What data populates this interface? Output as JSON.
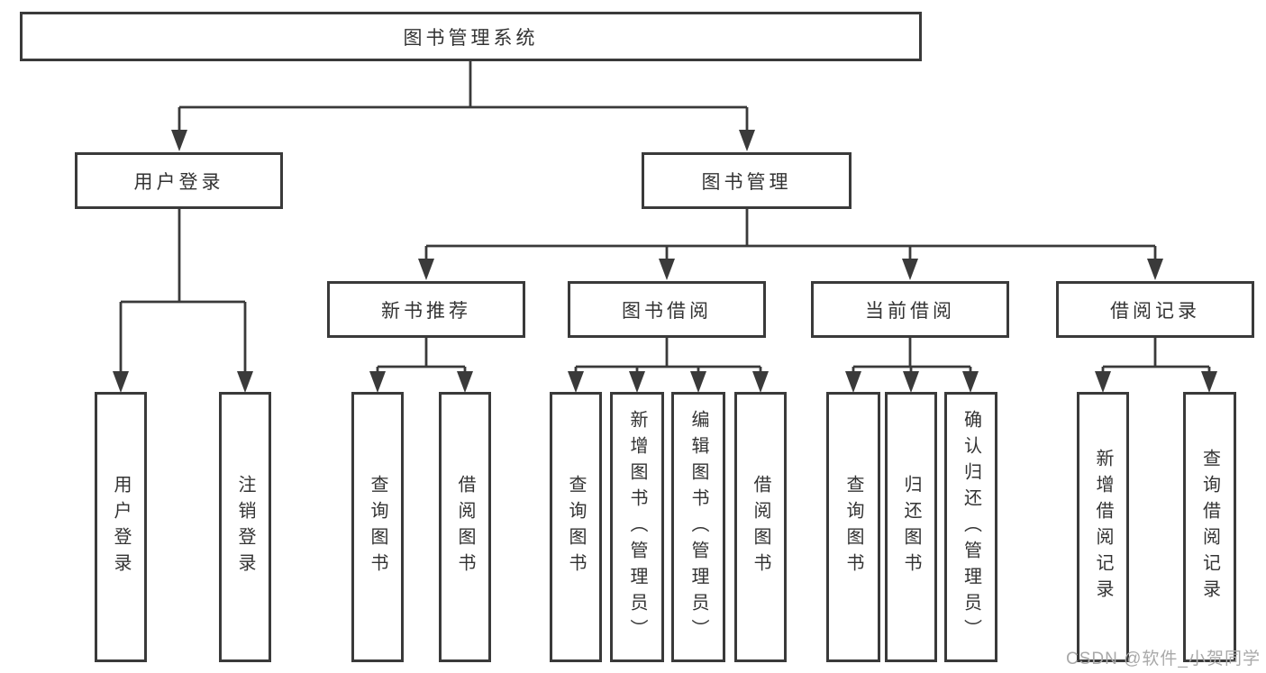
{
  "tree": {
    "root": {
      "label": "图书管理系统",
      "children": [
        {
          "label": "用户登录",
          "children": [
            {
              "label": "用户登录"
            },
            {
              "label": "注销登录"
            }
          ]
        },
        {
          "label": "图书管理",
          "children": [
            {
              "label": "新书推荐",
              "children": [
                {
                  "label": "查询图书"
                },
                {
                  "label": "借阅图书"
                }
              ]
            },
            {
              "label": "图书借阅",
              "children": [
                {
                  "label": "查询图书"
                },
                {
                  "label": "新增图书（管理员）"
                },
                {
                  "label": "编辑图书（管理员）"
                },
                {
                  "label": "借阅图书"
                }
              ]
            },
            {
              "label": "当前借阅",
              "children": [
                {
                  "label": "查询图书"
                },
                {
                  "label": "归还图书"
                },
                {
                  "label": "确认归还（管理员）"
                }
              ]
            },
            {
              "label": "借阅记录",
              "children": [
                {
                  "label": "新增借阅记录"
                },
                {
                  "label": "查询借阅记录"
                }
              ]
            }
          ]
        }
      ]
    }
  },
  "watermark": {
    "text": "CSDN @软件_小贺同学"
  },
  "colors": {
    "line": "#3a3a3a",
    "box-border": "#3a3a3a",
    "text": "#333333",
    "watermark": "#a9a9a9",
    "background": "#ffffff"
  }
}
